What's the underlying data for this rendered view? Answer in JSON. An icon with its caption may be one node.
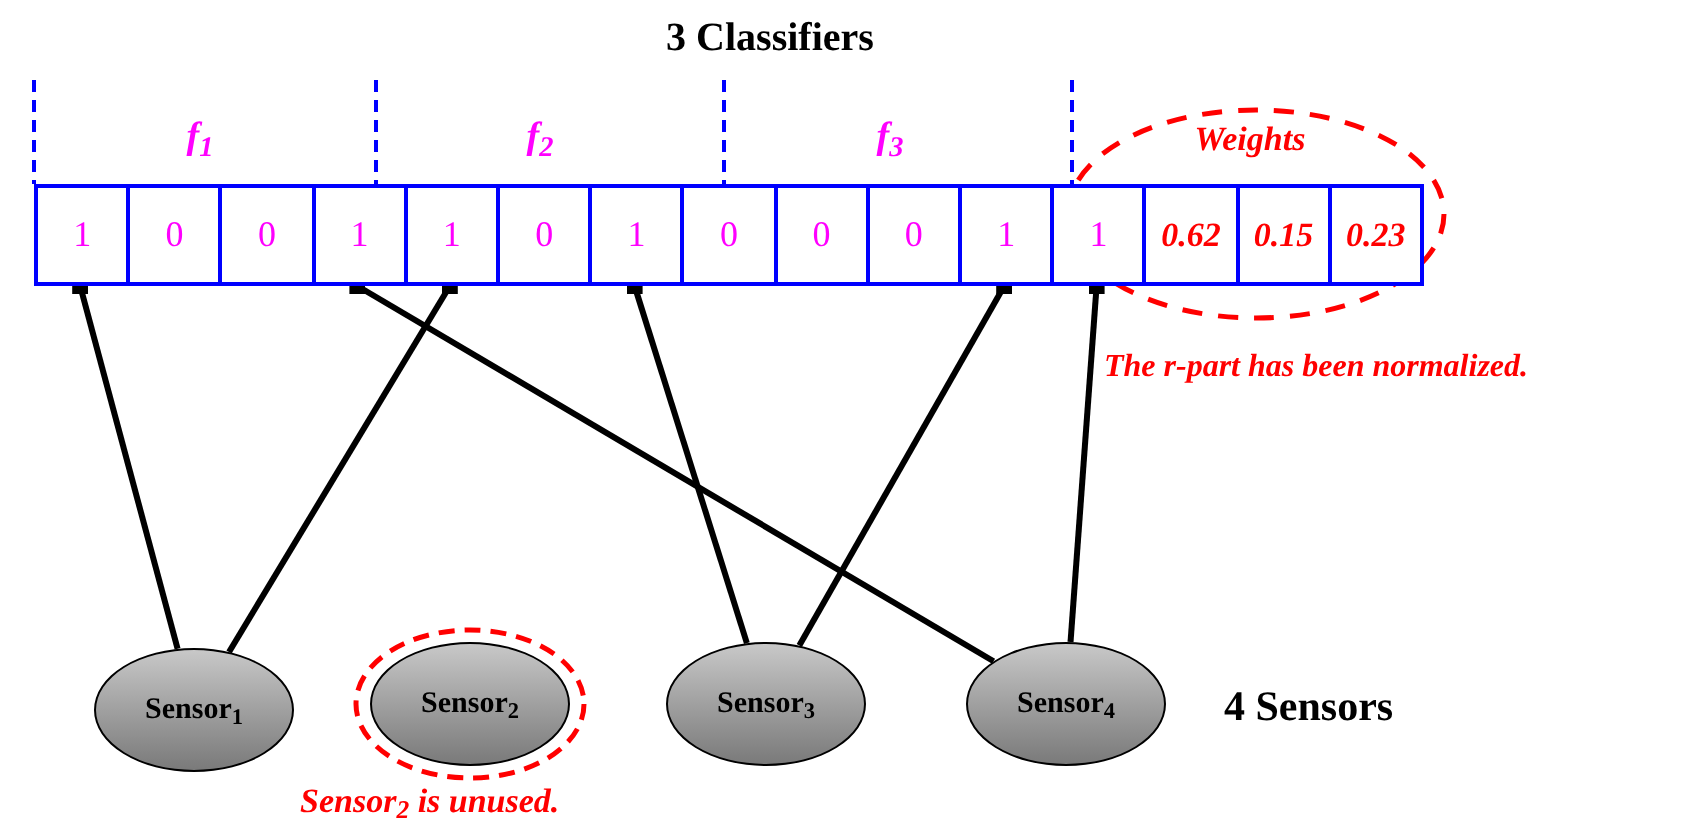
{
  "diagram": {
    "nodes": [
      {
        "text": [
          "1"
        ]
      },
      {
        "text": [
          "0"
        ]
      },
      {
        "text": [
          "0"
        ]
      },
      {
        "text": [
          "1"
        ]
      },
      {
        "text": [
          "1"
        ]
      },
      {
        "text": [
          "0"
        ]
      },
      {
        "text": [
          "1"
        ]
      },
      {
        "text": [
          "0"
        ]
      },
      {
        "text": [
          "0"
        ]
      },
      {
        "text": [
          "0"
        ]
      },
      {
        "text": [
          "1"
        ]
      },
      {
        "text": [
          "1"
        ]
      },
      {
        "text": [
          "0.62"
        ]
      },
      {
        "text": [
          "0.15"
        ]
      },
      {
        "text": [
          "0.23"
        ]
      },
      {
        "text": [
          "Sensor$_{1}$"
        ]
      },
      {
        "text": [
          "Sensor$_{2}$"
        ]
      },
      {
        "text": [
          "Sensor$_{3}$"
        ]
      },
      {
        "text": [
          "Sensor$_{4}$"
        ]
      }
    ],
    "edges": [
      {
        "from": 0,
        "to": 15,
        "arrow": "other"
      },
      {
        "from": 4,
        "to": 15,
        "arrow": "other"
      },
      {
        "from": 3,
        "to": 18,
        "arrow": "other"
      },
      {
        "from": 6,
        "to": 17,
        "arrow": "other"
      },
      {
        "from": 10,
        "to": 17,
        "arrow": "other"
      },
      {
        "from": 11,
        "to": 18,
        "arrow": "other"
      }
    ],
    "labels": [
      "3 Classifiers",
      "f$_{1}$",
      "f$_{2}$",
      "f$_{3}$",
      "Weights",
      "The r-part has been normalized.",
      "4 Sensors",
      "Sensor$_{2}$ is unused."
    ]
  }
}
